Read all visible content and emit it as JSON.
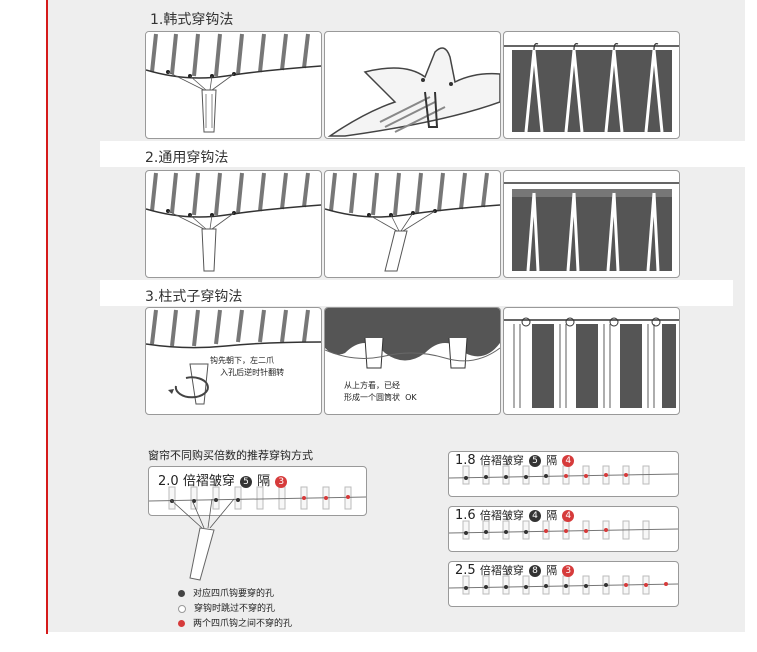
{
  "sections": [
    {
      "title": "1.韩式穿钩法"
    },
    {
      "title": "2.通用穿钩法"
    },
    {
      "title": "3.柱式子穿钩法"
    }
  ],
  "captions": {
    "hook_rotate": "钩先朝下，左二爪\n    入孔后逆时针翻转",
    "hook_circle": "从上方看，已经\n形成一个圆筒状  OK"
  },
  "multiplier": {
    "subtitle": "窗帘不同购买倍数的推荐穿钩方式",
    "main": {
      "ratio": "2.0",
      "text": "倍褶皱穿",
      "pass": "5",
      "sep": "隔",
      "skip": "3"
    },
    "options": [
      {
        "ratio": "1.8",
        "text": "倍褶皱穿",
        "pass": "5",
        "sep": "隔",
        "skip": "4"
      },
      {
        "ratio": "1.6",
        "text": "倍褶皱穿",
        "pass": "4",
        "sep": "隔",
        "skip": "4"
      },
      {
        "ratio": "2.5",
        "text": "倍褶皱穿",
        "pass": "8",
        "sep": "隔",
        "skip": "3"
      }
    ],
    "legend": [
      {
        "label": "对应四爪钩要穿的孔",
        "color": "#444444"
      },
      {
        "label": "穿钩时跳过不穿的孔",
        "color": "#ffffff"
      },
      {
        "label": "两个四爪钩之间不穿的孔",
        "color": "#d63b3b"
      }
    ]
  },
  "colors": {
    "accent": "#d51a1a",
    "curtain": "#555555",
    "hole_red": "#d63b3b"
  }
}
